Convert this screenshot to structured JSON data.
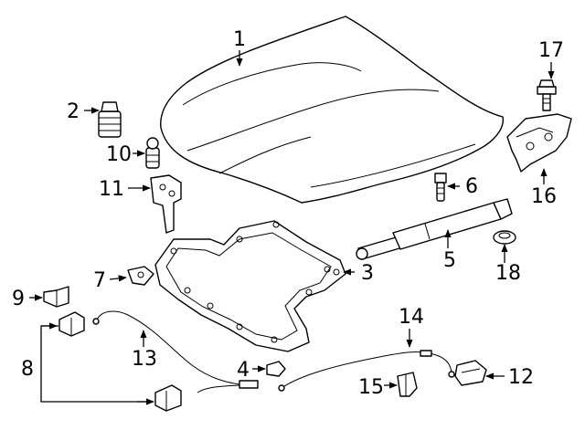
{
  "diagram": {
    "callouts": {
      "c1": "1",
      "c2": "2",
      "c3": "3",
      "c4": "4",
      "c5": "5",
      "c6": "6",
      "c7": "7",
      "c8": "8",
      "c9": "9",
      "c10": "10",
      "c11": "11",
      "c12": "12",
      "c13": "13",
      "c14": "14",
      "c15": "15",
      "c16": "16",
      "c17": "17",
      "c18": "18"
    },
    "parts": [
      {
        "callout": "1",
        "depicts": "hood panel"
      },
      {
        "callout": "2",
        "depicts": "bumper stop"
      },
      {
        "callout": "3",
        "depicts": "hood insulator"
      },
      {
        "callout": "4",
        "depicts": "cable clip"
      },
      {
        "callout": "5",
        "depicts": "lift support strut"
      },
      {
        "callout": "6",
        "depicts": "bolt"
      },
      {
        "callout": "7",
        "depicts": "release handle"
      },
      {
        "callout": "8",
        "depicts": "hood latch assemblies"
      },
      {
        "callout": "9",
        "depicts": "latch bracket"
      },
      {
        "callout": "10",
        "depicts": "adjuster"
      },
      {
        "callout": "11",
        "depicts": "hinge"
      },
      {
        "callout": "12",
        "depicts": "release lever"
      },
      {
        "callout": "13",
        "depicts": "release cable"
      },
      {
        "callout": "14",
        "depicts": "release cable"
      },
      {
        "callout": "15",
        "depicts": "clip"
      },
      {
        "callout": "16",
        "depicts": "hinge bracket"
      },
      {
        "callout": "17",
        "depicts": "bolt"
      },
      {
        "callout": "18",
        "depicts": "nut"
      }
    ]
  }
}
